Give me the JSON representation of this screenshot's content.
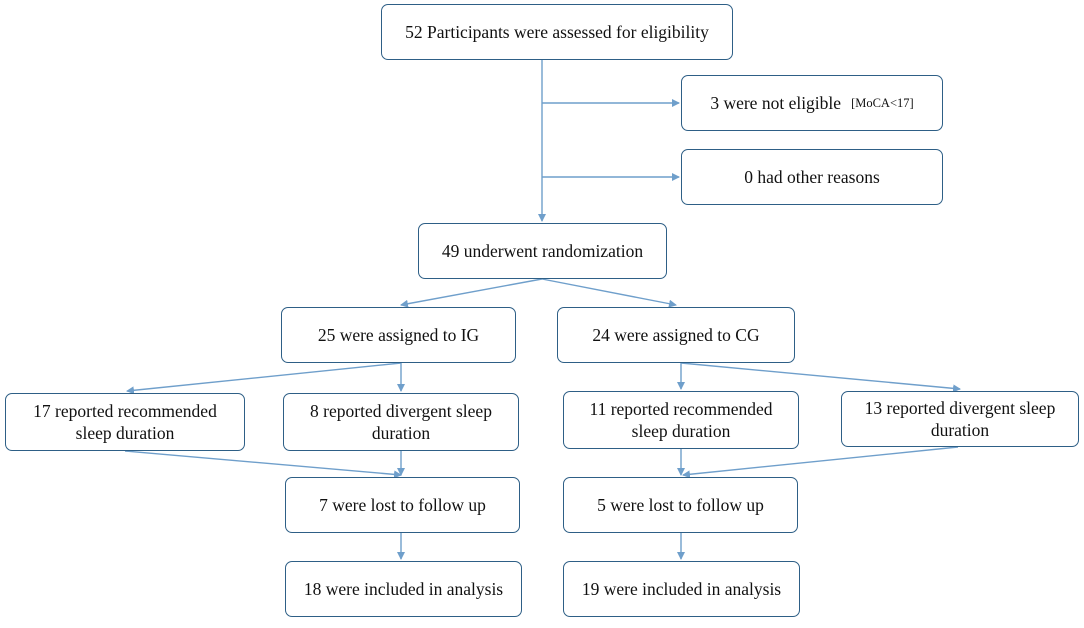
{
  "colors": {
    "box_border": "#2e5f86",
    "arrow": "#6f9fcb",
    "text": "#111111"
  },
  "screening": {
    "text": "52 Participants were assessed for eligibility"
  },
  "exclusion": {
    "not_eligible": {
      "text": "3 were not eligible",
      "note": "[MoCA<17]"
    },
    "other": {
      "text": "0 had other reasons"
    }
  },
  "randomization": {
    "text": "49 underwent randomization"
  },
  "ig": {
    "assigned": "25 were assigned to IG",
    "recommended": {
      "line1": "17 reported recommended",
      "line2": "sleep duration"
    },
    "divergent": {
      "line1": "8 reported divergent sleep",
      "line2": "duration"
    },
    "lost": "7 were lost to follow up",
    "included": "18 were included in analysis"
  },
  "cg": {
    "assigned": "24 were assigned to CG",
    "recommended": {
      "line1": "11 reported recommended",
      "line2": "sleep duration"
    },
    "divergent": {
      "line1": "13 reported divergent sleep",
      "line2": "duration"
    },
    "lost": "5 were lost to follow up",
    "included": "19 were included in analysis"
  }
}
